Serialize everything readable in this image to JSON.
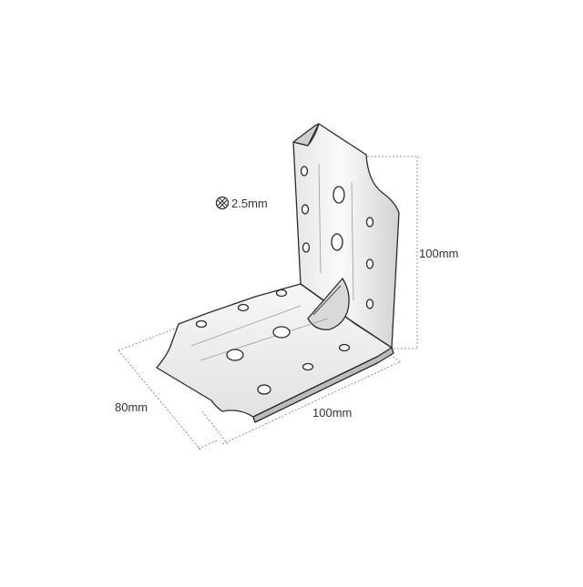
{
  "dimensions": {
    "thickness": "2.5mm",
    "height": "100mm",
    "width": "100mm",
    "depth": "80mm"
  },
  "thickness_icon": "hatched-circle-icon",
  "colors": {
    "line": "#2b2b2b",
    "dimension_line": "#7a7a7a",
    "metal_highlight": "#f4f4f4",
    "metal_shade": "#bdbdbd"
  }
}
